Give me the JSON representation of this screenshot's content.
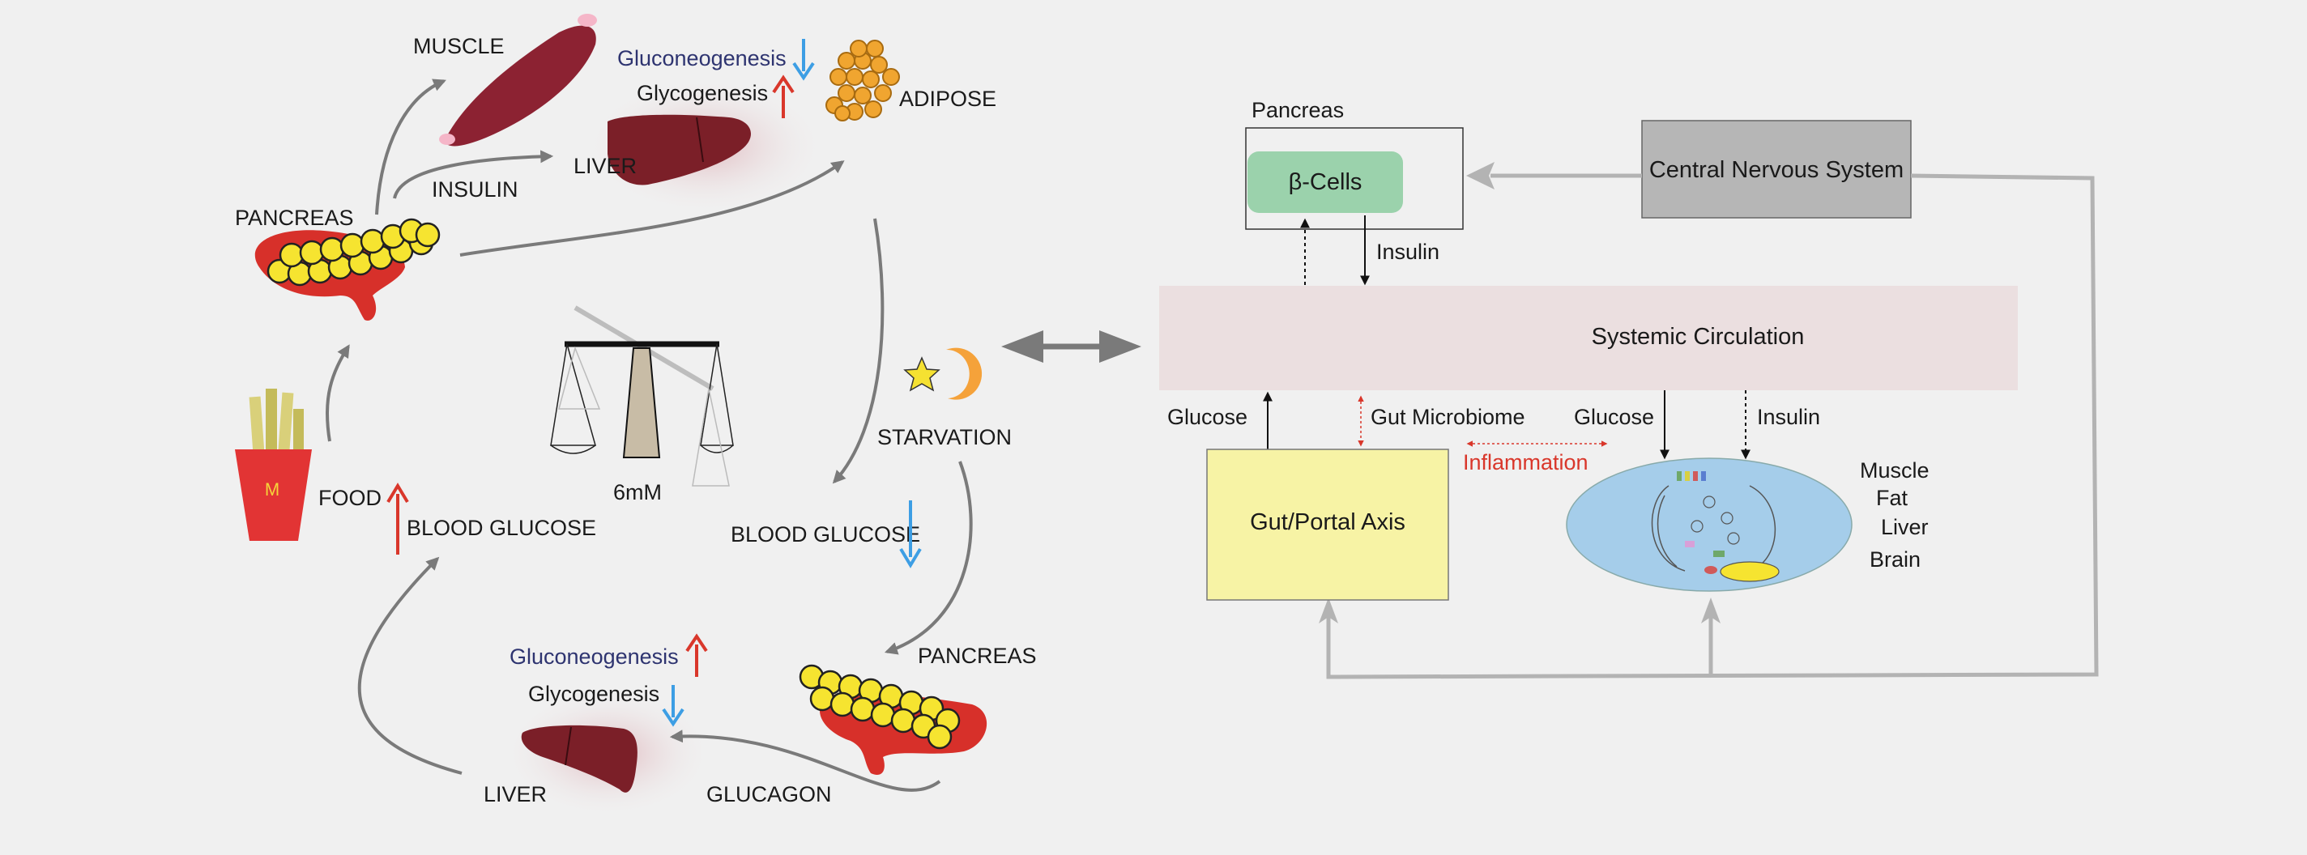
{
  "left_panel": {
    "muscle": "MUSCLE",
    "insulin": "INSULIN",
    "liver_top": "LIVER",
    "pancreas_top": "PANCREAS",
    "gluconeogenesis_top": "Gluconeogenesis",
    "glycogenesis_top": "Glycogenesis",
    "adipose": "ADIPOSE",
    "food": "FOOD",
    "food_logo": "M",
    "blood_glucose_up": "BLOOD GLUCOSE",
    "scale_value": "6mM",
    "starvation": "STARVATION",
    "blood_glucose_down": "BLOOD GLUCOSE",
    "pancreas_bottom": "PANCREAS",
    "gluconeogenesis_bottom": "Gluconeogenesis",
    "glycogenesis_bottom": "Glycogenesis",
    "liver_bottom": "LIVER",
    "glucagon": "GLUCAGON"
  },
  "right_panel": {
    "pancreas": "Pancreas",
    "beta_cells": "β-Cells",
    "cns": "Central Nervous System",
    "insulin_top": "Insulin",
    "systemic": "Systemic Circulation",
    "glucose_left": "Glucose",
    "gut_microbiome": "Gut Microbiome",
    "glucose_right": "Glucose",
    "insulin_right": "Insulin",
    "inflammation": "Inflammation",
    "gut_portal": "Gut/Portal Axis",
    "tissues": [
      "Muscle",
      "Fat",
      "Liver",
      "Brain"
    ]
  },
  "colors": {
    "up_arrow": "#d9372b",
    "down_arrow": "#3d9ee4",
    "systemic_fill": "#ebdfe0",
    "gut_fill": "#f7f3a5",
    "beta_fill": "#9bd2ac",
    "cns_fill": "#b6b6b6",
    "tissue_fill": "#a5cdea"
  }
}
